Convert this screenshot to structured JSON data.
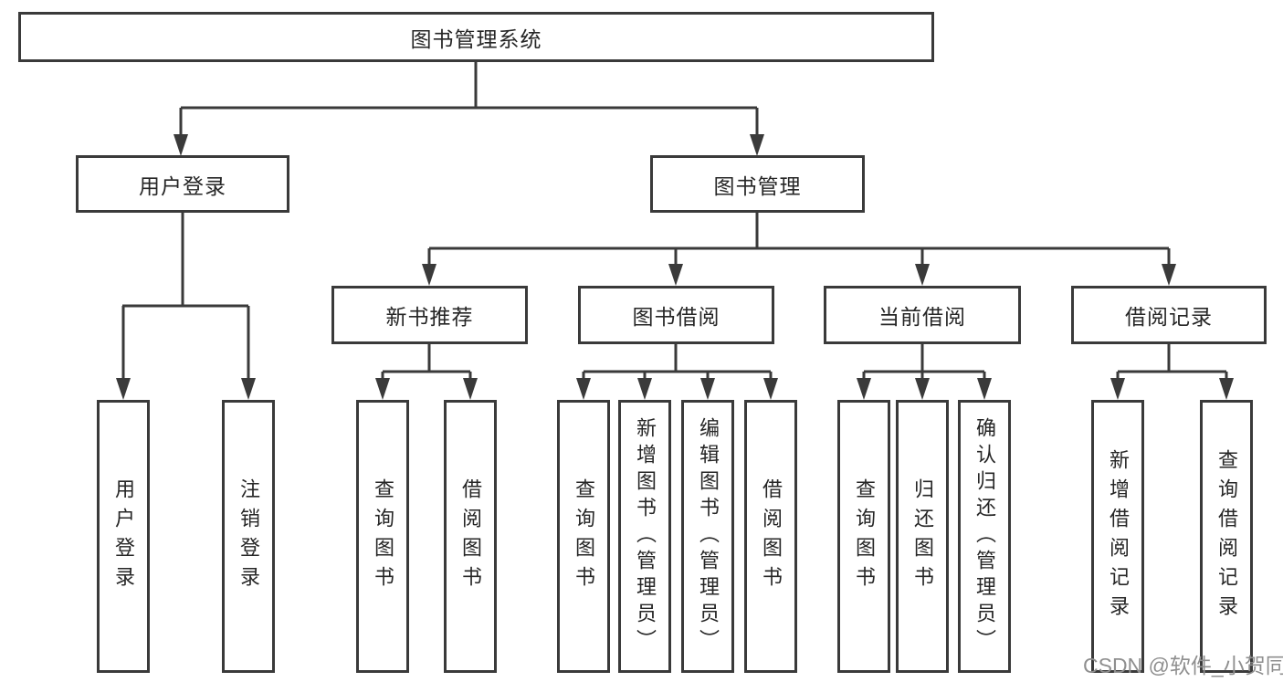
{
  "diagram": {
    "root": "图书管理系统",
    "branches": [
      {
        "label": "用户登录",
        "children": [
          "用户登录",
          "注销登录"
        ]
      },
      {
        "label": "图书管理",
        "children": [
          {
            "label": "新书推荐",
            "children": [
              "查询图书",
              "借阅图书"
            ]
          },
          {
            "label": "图书借阅",
            "children": [
              "查询图书",
              "新增图书（管理员）",
              "编辑图书（管理员）",
              "借阅图书"
            ]
          },
          {
            "label": "当前借阅",
            "children": [
              "查询图书",
              "归还图书",
              "确认归还（管理员）"
            ]
          },
          {
            "label": "借阅记录",
            "children": [
              "新增借阅记录",
              "查询借阅记录"
            ]
          }
        ]
      }
    ],
    "watermark": "CSDN @软件_小贺同学",
    "colors": {
      "line": "#3a3a3a",
      "text": "#262626",
      "background": "#ffffff",
      "watermark": "#8f8f8f"
    }
  }
}
